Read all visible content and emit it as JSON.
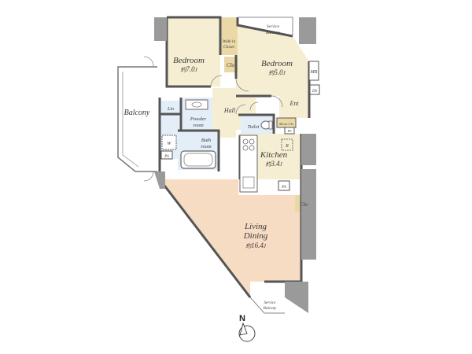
{
  "rooms": {
    "bedroom1": {
      "name": "Bedroom",
      "size": "7.0",
      "unit": "J",
      "prefix": "約"
    },
    "bedroom2": {
      "name": "Bedroom",
      "size": "5.0",
      "unit": "J",
      "prefix": "約"
    },
    "kitchen": {
      "name": "Kitchen",
      "size": "3.4",
      "unit": "J",
      "prefix": "約"
    },
    "living": {
      "name_line1": "Living",
      "name_line2": "Dining",
      "size": "16.4",
      "unit": "J",
      "prefix": "約"
    }
  },
  "labels": {
    "walk_in_line1": "Walk in",
    "walk_in_line2": "Closet",
    "service_balcony_top_line1": "Service",
    "service_balcony_top_line2": "Balcony",
    "service_balcony_bottom_line1": "Service",
    "service_balcony_bottom_line2": "Balcony",
    "clo_bedroom": "Clo",
    "clo_living": "Clo",
    "mb": "MB",
    "ds": "DS",
    "hall": "Hall",
    "ent": "Ent",
    "balcony": "Balcony",
    "lin": "Lin",
    "powder_line1": "Powder",
    "powder_line2": "room",
    "bath_line1": "Bath",
    "bath_line2": "room",
    "w": "W",
    "ps_left": "PS",
    "ps_kitchen": "PS",
    "ps_ent": "PS",
    "toilet": "Toilet",
    "shoes_clo": "Shoes Clo",
    "r": "R",
    "compass_n": "N"
  },
  "colors": {
    "bedroom_floor": "#f6eed3",
    "living_floor": "#f7dcc4",
    "wet_floor": "#e3eef8",
    "wall": "#555555",
    "storage": "#ead9a6",
    "shaft": "#9a9a9a"
  }
}
